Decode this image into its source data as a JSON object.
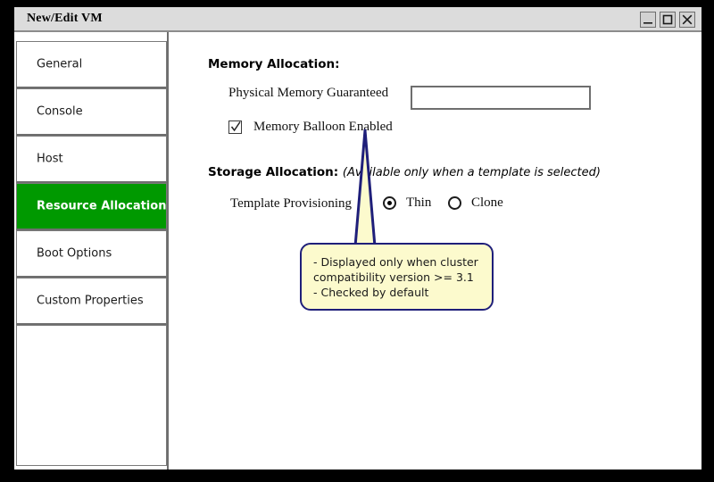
{
  "window": {
    "title": "New/Edit VM",
    "controls": [
      {
        "name": "minimize",
        "glyph": "minimize-icon"
      },
      {
        "name": "maximize",
        "glyph": "maximize-icon"
      },
      {
        "name": "close",
        "glyph": "close-icon"
      }
    ]
  },
  "sidebar": {
    "items": [
      {
        "label": "General",
        "selected": false
      },
      {
        "label": "Console",
        "selected": false
      },
      {
        "label": "Host",
        "selected": false
      },
      {
        "label": "Resource Allocation",
        "selected": true
      },
      {
        "label": "Boot Options",
        "selected": false
      },
      {
        "label": "Custom Properties",
        "selected": false
      }
    ],
    "selected_color": "#009900",
    "selected_text_color": "#ffffff"
  },
  "main": {
    "memory_section": {
      "heading": "Memory Allocation:",
      "physical_memory_label": "Physical Memory Guaranteed",
      "physical_memory_value": "",
      "physical_memory_placeholder": "",
      "balloon_label": "Memory Balloon Enabled",
      "balloon_checked": true
    },
    "storage_section": {
      "heading": "Storage Allocation:",
      "heading_note": "(Available only when a template is selected)",
      "provisioning_label": "Template Provisioning",
      "options": [
        {
          "label": "Thin",
          "selected": true
        },
        {
          "label": "Clone",
          "selected": false
        }
      ]
    }
  },
  "callout": {
    "text": "- Displayed only when cluster compatibility version >= 3.1\n- Checked by default",
    "fill_color": "#fcfacd",
    "border_color": "#1f1f7a"
  }
}
